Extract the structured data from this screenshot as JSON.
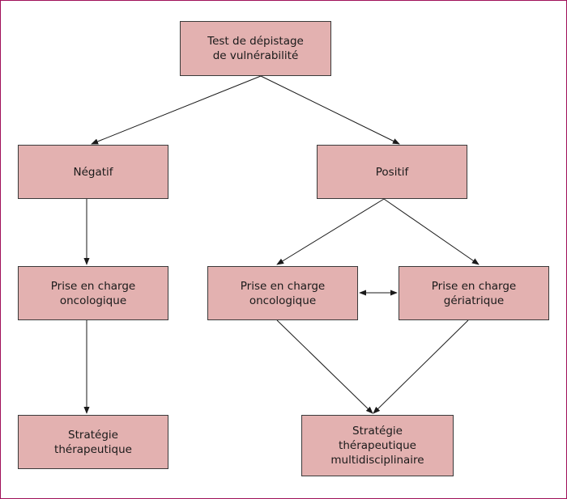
{
  "colors": {
    "box_fill": "#e3b1b0",
    "box_border": "#3a3a3a",
    "frame_border": "#a0105a",
    "arrow": "#1a1a1a"
  },
  "nodes": {
    "screening_test": "Test de dépistage\nde vulnérabilité",
    "negative": "Négatif",
    "positive": "Positif",
    "oncology_care_left": "Prise en charge\noncologique",
    "oncology_care_right": "Prise en charge\noncologique",
    "geriatric_care": "Prise en charge\ngériatrique",
    "therapeutic_strategy": "Stratégie\nthérapeutique",
    "multidisciplinary_strategy": "Stratégie\nthérapeutique\nmultidisciplinaire"
  },
  "edges": [
    {
      "from": "screening_test",
      "to": "negative"
    },
    {
      "from": "screening_test",
      "to": "positive"
    },
    {
      "from": "negative",
      "to": "oncology_care_left"
    },
    {
      "from": "oncology_care_left",
      "to": "therapeutic_strategy"
    },
    {
      "from": "positive",
      "to": "oncology_care_right"
    },
    {
      "from": "positive",
      "to": "geriatric_care"
    },
    {
      "from": "oncology_care_right",
      "to": "geriatric_care",
      "bidirectional": true
    },
    {
      "from": "oncology_care_right",
      "to": "multidisciplinary_strategy"
    },
    {
      "from": "geriatric_care",
      "to": "multidisciplinary_strategy"
    }
  ]
}
